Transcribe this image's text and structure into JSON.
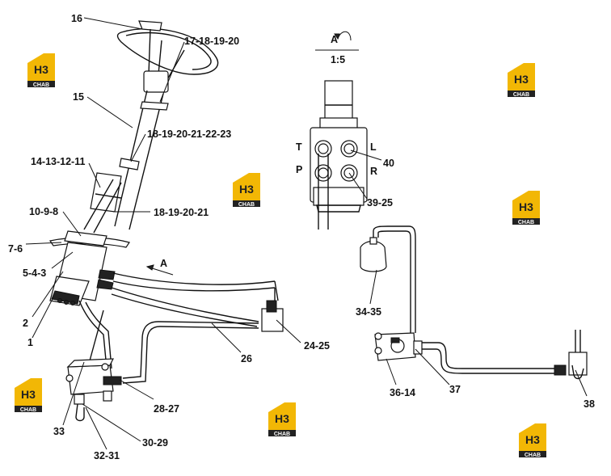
{
  "title": "",
  "watermark": {
    "logo_text": "H3",
    "logo_subtext": "CHAB",
    "colors": {
      "yellow": "#f2b705",
      "dark": "#222222",
      "white": "#ffffff"
    }
  },
  "detail_view": {
    "view_label": "A",
    "scale": "1:5",
    "port_labels": [
      "T",
      "P",
      "L",
      "R"
    ]
  },
  "view_arrow_label": "A",
  "callouts": [
    "16",
    "17-18-19-20",
    "15",
    "18-19-20-21-22-23",
    "14-13-12-11",
    "10-9-8",
    "18-19-20-21",
    "7-6",
    "5-4-3",
    "2",
    "1",
    "26",
    "24-25",
    "28-27",
    "33",
    "30-29",
    "32-31",
    "40",
    "39-25",
    "34-35",
    "36-14",
    "37",
    "38"
  ]
}
